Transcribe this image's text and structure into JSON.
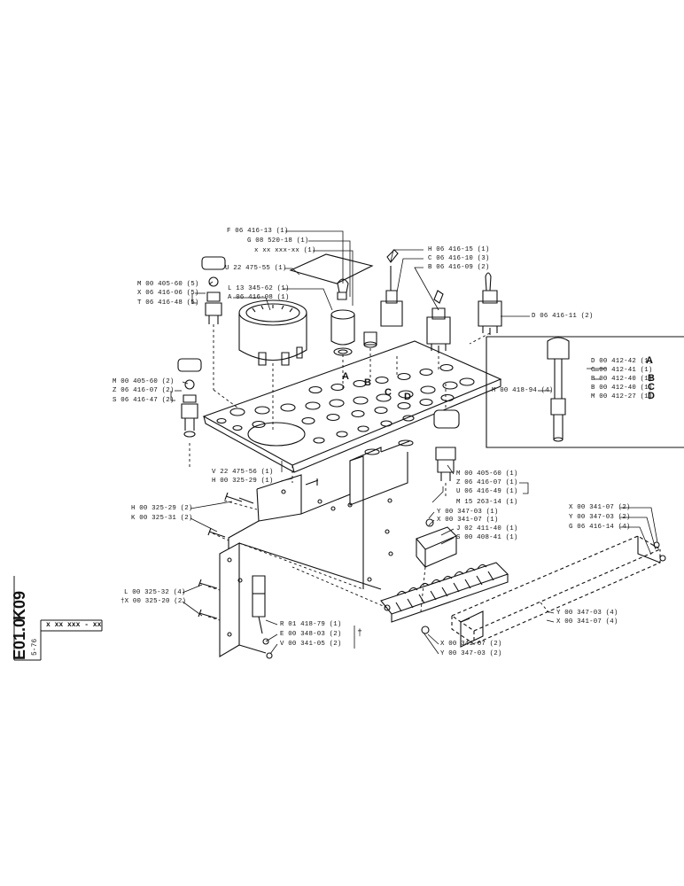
{
  "sheet": {
    "group_code": "K09",
    "page_code": "E01.0",
    "date_code": "5-76",
    "ref_box": "x xx xxx - xx"
  },
  "labels": {
    "F": "F 06 416-13 (1)",
    "G": "G 08 520-18 (1)",
    "x": "x xx xxx-xx (1)",
    "U22": "U 22 475-55 (1)",
    "M_tl": "M 00 405-60 (5)",
    "X_tl": "X 06 416-06 (5)",
    "T_tl": "T 06 416-48 (5)",
    "L13": "L 13 345-62 (1)",
    "A06": "A 06 416-08 (1)",
    "H06": "H 06 416-15 (1)",
    "C06": "C 06 416-10 (3)",
    "B06": "B 06 416-09 (2)",
    "D06": "D 06 416-11 (2)",
    "D412": "D 00 412-42 (1)",
    "C412": "C 00 412-41 (1)",
    "B412a": "B 00 412-40 (1)",
    "B412b": "B 00 412-40 (1)",
    "M412": "M 00 412-27 (1)",
    "M418": "M 00 418-94 (4)",
    "M_ml": "M 00 405-60 (2)",
    "Z_ml": "Z 06 416-07 (2)",
    "S_ml": "S 06 416-47 (2)",
    "V22": "V 22 475-56 (1)",
    "H325": "H 00 325-29 (1)",
    "M405r": "M 00 405-60 (1)",
    "Z416r": "Z 06 416-07 (1)",
    "U416r": "U 06 416-49 (1)",
    "M15": "M 15 263-14 (1)",
    "Y347": "Y 00 347-03 (1)",
    "X341": "X 00 341-07 (1)",
    "J02": "J 02 411-40 (1)",
    "S408": "S 00 408-41 (1)",
    "H325b": "H 00 325-29 (2)",
    "K325": "K 00 325-31 (2)",
    "L325": "L 00 325-32 (4)",
    "X325": "†X 00 325-20 (2)",
    "R01": "R 01 418-79 (1)",
    "E348": "E 00 348-03 (2)",
    "V341": "V 00 341-05 (2)",
    "X341b": "X 00 341-07 (2)",
    "Y347b": "Y 00 347-03 (2)",
    "X341c": "X 00 341-07 (2)",
    "Y347c": "Y 00 347-03 (2)",
    "G416": "G 06 416-14 (4)",
    "Y347d": "Y 00 347-03 (4)",
    "X341d": "X 00 341-07 (4)",
    "dagger": "†"
  },
  "letters": {
    "A": "A",
    "B": "B",
    "C": "C",
    "D": "D"
  }
}
